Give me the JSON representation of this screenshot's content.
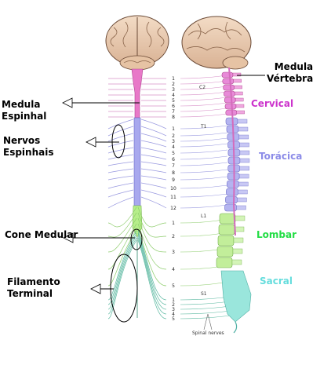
{
  "labels": {
    "medula_espinhal": [
      "Medula",
      "Espinhal"
    ],
    "nervos_espinhais": [
      "Nervos",
      "Espinhais"
    ],
    "cone_medular": "Cone Medular",
    "filamento_terminal": [
      "Filamento",
      "Terminal"
    ],
    "medula_vertebra": [
      "Medula",
      "Vértebra"
    ],
    "spinal_nerves_caption": "Spinal nerves",
    "level_markers": {
      "c2": "C2",
      "t1": "T1",
      "l1": "L1",
      "s1": "S1"
    }
  },
  "regions": {
    "cervical": {
      "label": "Cervical",
      "color": "#cc33cc"
    },
    "toracica": {
      "label": "Torácica",
      "color": "#8c8ce8"
    },
    "lombar": {
      "label": "Lombar",
      "color": "#22dd44"
    },
    "sacral": {
      "label": "Sacral",
      "color": "#66dddd"
    }
  },
  "nerve_numbers": {
    "cervical": [
      "1",
      "2",
      "3",
      "4",
      "5",
      "6",
      "7",
      "8"
    ],
    "thoracic": [
      "1",
      "2",
      "3",
      "4",
      "5",
      "6",
      "7",
      "8",
      "9",
      "10",
      "11",
      "12"
    ],
    "lumbar": [
      "1",
      "2",
      "3",
      "4",
      "5"
    ],
    "sacral": [
      "1",
      "2",
      "3",
      "4",
      "5"
    ]
  }
}
